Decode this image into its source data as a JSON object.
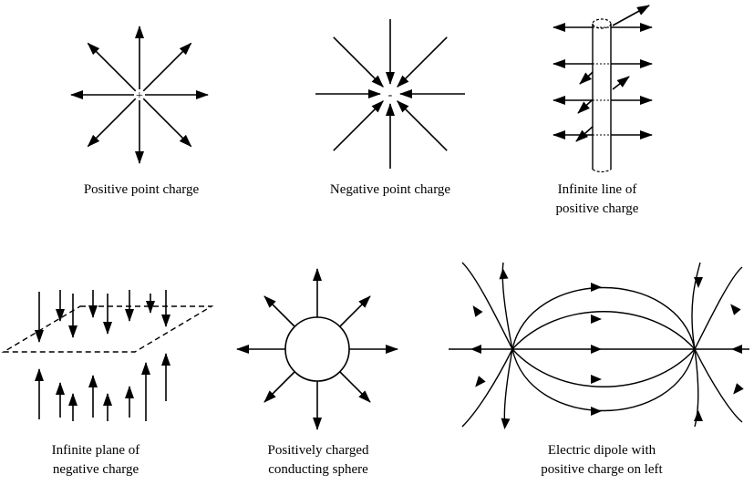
{
  "diagrams": {
    "positive_point": {
      "caption": [
        "Positive point charge"
      ],
      "symbol": "+"
    },
    "negative_point": {
      "caption": [
        "Negative point charge"
      ],
      "symbol": "-"
    },
    "line_charge": {
      "caption": [
        "Infinite line of",
        "positive charge"
      ]
    },
    "plane_charge": {
      "caption": [
        "Infinite plane of",
        "negative charge"
      ]
    },
    "sphere": {
      "caption": [
        "Positively charged",
        "conducting sphere"
      ]
    },
    "dipole": {
      "caption": [
        "Electric dipole with",
        "positive charge on left"
      ]
    }
  },
  "colors": {
    "ink": "#000000",
    "background": "#ffffff"
  }
}
